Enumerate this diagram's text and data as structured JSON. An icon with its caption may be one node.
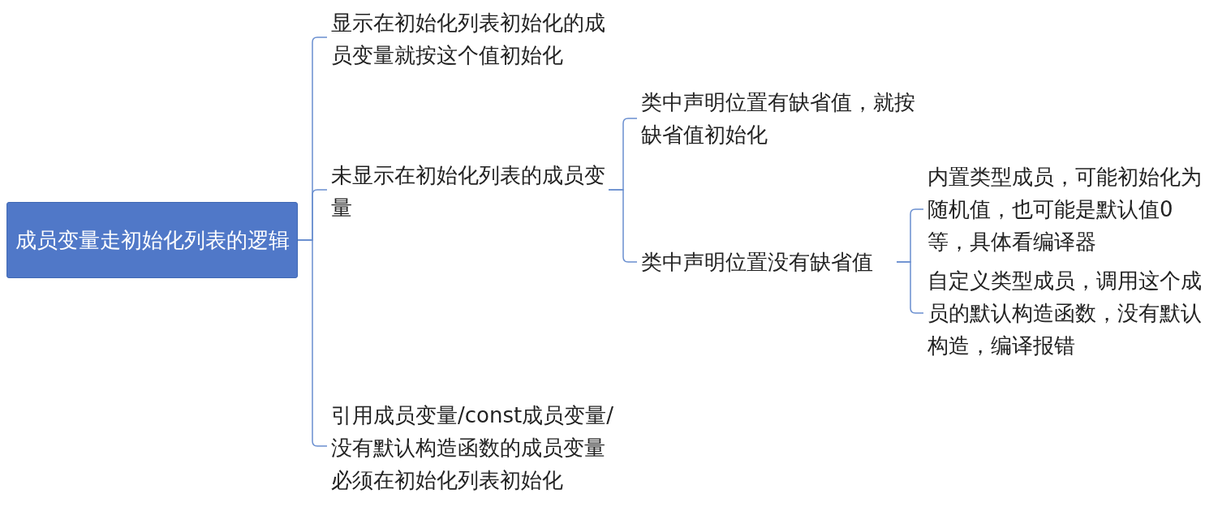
{
  "diagram": {
    "nodes": [
      {
        "text": [
          "成员变量走初始化列表的逻辑"
        ]
      },
      {
        "text": [
          "显示在初始化列表初始化的成员变量就按这个值初始化"
        ]
      },
      {
        "text": [
          "未显示在初始化列表的成员变量"
        ]
      },
      {
        "text": [
          "引用成员变量/const成员变量/没有默认构造函数的成员变量必须在初始化列表初始化"
        ]
      },
      {
        "text": [
          "类中声明位置有缺省值，就按缺省值初始化"
        ]
      },
      {
        "text": [
          "类中声明位置没有缺省值"
        ]
      },
      {
        "text": [
          "内置类型成员，可能初始化为随机值，也可能是默认值0等，具体看编译器"
        ]
      },
      {
        "text": [
          "自定义类型成员，调用这个成员的默认构造函数，没有默认构造，编译报错"
        ]
      }
    ],
    "edges": [
      {
        "from": 0,
        "to": 1,
        "arrow": "none"
      },
      {
        "from": 0,
        "to": 2,
        "arrow": "none"
      },
      {
        "from": 0,
        "to": 3,
        "arrow": "none"
      },
      {
        "from": 2,
        "to": 4,
        "arrow": "none"
      },
      {
        "from": 2,
        "to": 5,
        "arrow": "none"
      },
      {
        "from": 5,
        "to": 6,
        "arrow": "none"
      },
      {
        "from": 5,
        "to": 7,
        "arrow": "none"
      }
    ]
  }
}
